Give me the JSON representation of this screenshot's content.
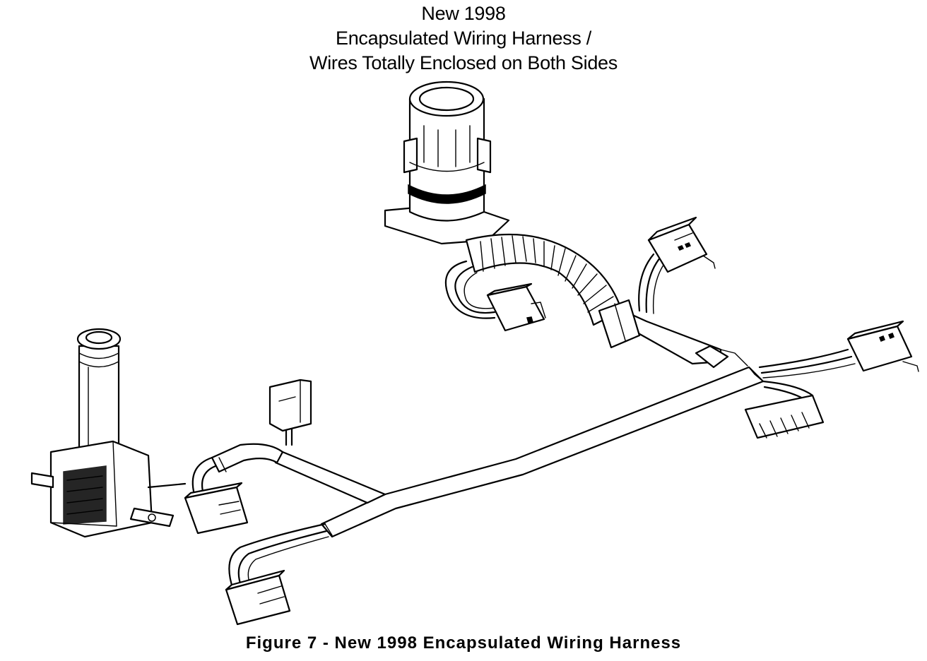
{
  "heading": {
    "line1": "New 1998",
    "line2": "Encapsulated Wiring Harness /",
    "line3": "Wires Totally Enclosed on Both Sides"
  },
  "caption": "Figure 7 - New 1998 Encapsulated Wiring Harness",
  "colors": {
    "ink": "#000000",
    "paper": "#ffffff"
  }
}
